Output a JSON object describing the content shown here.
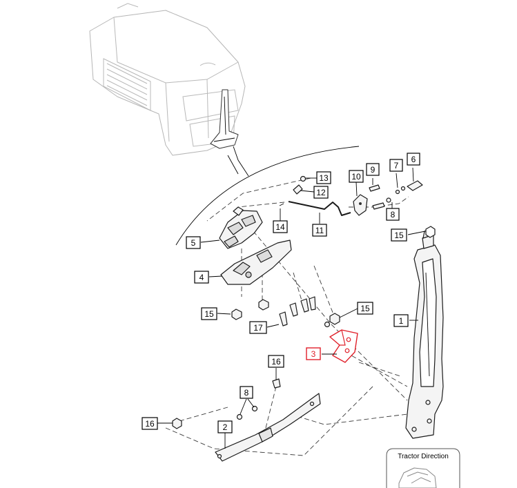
{
  "diagram": {
    "highlight_color": "#e0202a",
    "callouts": [
      {
        "id": "c13",
        "label": "13",
        "highlight": false
      },
      {
        "id": "c12",
        "label": "12",
        "highlight": false
      },
      {
        "id": "c10",
        "label": "10",
        "highlight": false
      },
      {
        "id": "c9",
        "label": "9",
        "highlight": false
      },
      {
        "id": "c7",
        "label": "7",
        "highlight": false
      },
      {
        "id": "c6",
        "label": "6",
        "highlight": false
      },
      {
        "id": "c8a",
        "label": "8",
        "highlight": false
      },
      {
        "id": "c14",
        "label": "14",
        "highlight": false
      },
      {
        "id": "c11",
        "label": "11",
        "highlight": false
      },
      {
        "id": "c15a",
        "label": "15",
        "highlight": false
      },
      {
        "id": "c5",
        "label": "5",
        "highlight": false
      },
      {
        "id": "c4",
        "label": "4",
        "highlight": false
      },
      {
        "id": "c15b",
        "label": "15",
        "highlight": false
      },
      {
        "id": "c15c",
        "label": "15",
        "highlight": false
      },
      {
        "id": "c1",
        "label": "1",
        "highlight": false
      },
      {
        "id": "c17",
        "label": "17",
        "highlight": false
      },
      {
        "id": "c3",
        "label": "3",
        "highlight": true
      },
      {
        "id": "c16a",
        "label": "16",
        "highlight": false
      },
      {
        "id": "c8b",
        "label": "8",
        "highlight": false
      },
      {
        "id": "c16b",
        "label": "16",
        "highlight": false
      },
      {
        "id": "c2",
        "label": "2",
        "highlight": false
      }
    ],
    "inset": {
      "label": "Tractor Direction"
    }
  }
}
